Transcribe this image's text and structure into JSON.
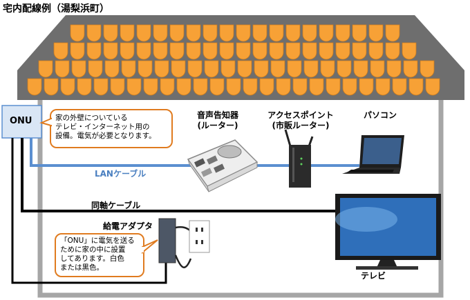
{
  "title": "宅内配線例（湯梨浜町）",
  "devices": {
    "onu": "ONU",
    "router_line1": "音声告知器",
    "router_line2": "(ルーター)",
    "ap_line1": "アクセスポイント",
    "ap_line2": "(市販ルーター)",
    "pc": "パソコン",
    "tv": "テレビ",
    "adapter": "給電アダプタ"
  },
  "cables": {
    "lan": "LANケーブル",
    "coax": "同軸ケーブル"
  },
  "callouts": {
    "onu_note": {
      "line1": "家の外壁についている",
      "line2": "テレビ・インターネット用の",
      "line3": "設備。電気が必要となります。"
    },
    "adapter_note": {
      "line1": "「ONU」に電気を送る",
      "line2": "ために家の中に設置",
      "line3": "してあります。白色",
      "line4": "または黒色。"
    }
  },
  "colors": {
    "roof_tile": "#f7a136",
    "roof_dark": "#6e6e6e",
    "wall": "#a6a6a6",
    "lan_cable": "#5b8fd0",
    "coax_cable": "#000000",
    "callout_border": "#e07b1f",
    "onu_fill": "#d9e6f5"
  }
}
